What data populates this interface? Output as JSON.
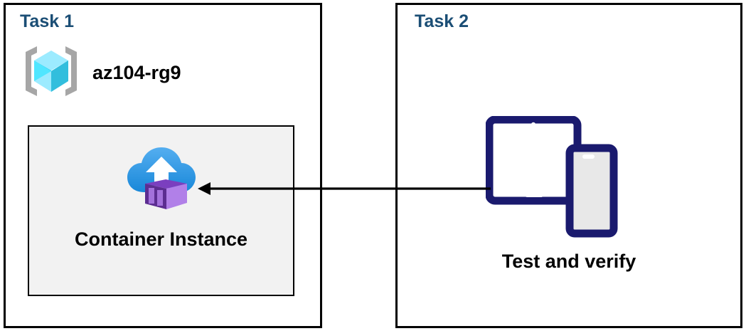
{
  "diagram": {
    "title_color": "#1B4E75",
    "panels": [
      {
        "id": "task1",
        "title": "Task 1",
        "resource_group": {
          "icon": "resource-group-icon",
          "label": "az104-rg9"
        },
        "node": {
          "icon": "container-instance-icon",
          "label": "Container Instance",
          "fill": "#F2F2F2",
          "border": "#000000"
        }
      },
      {
        "id": "task2",
        "title": "Task 2",
        "node": {
          "icon": "devices-tablet-phone-icon",
          "label": "Test and verify",
          "color": "#1A1A6E"
        }
      }
    ],
    "connector": {
      "name": "arrow-task2-to-container-instance",
      "direction": "right-to-left",
      "color": "#000000"
    },
    "colors": {
      "cloud_top": "#4A9BE8",
      "cloud_bottom": "#1B7FD4",
      "container_dark": "#5C2D91",
      "container_light": "#B180E8",
      "cube_cyan": "#50E6FF",
      "bracket_gray": "#A6A6A6",
      "device_navy": "#1A1A6E",
      "device_screen_gray": "#E8E8E8"
    }
  }
}
